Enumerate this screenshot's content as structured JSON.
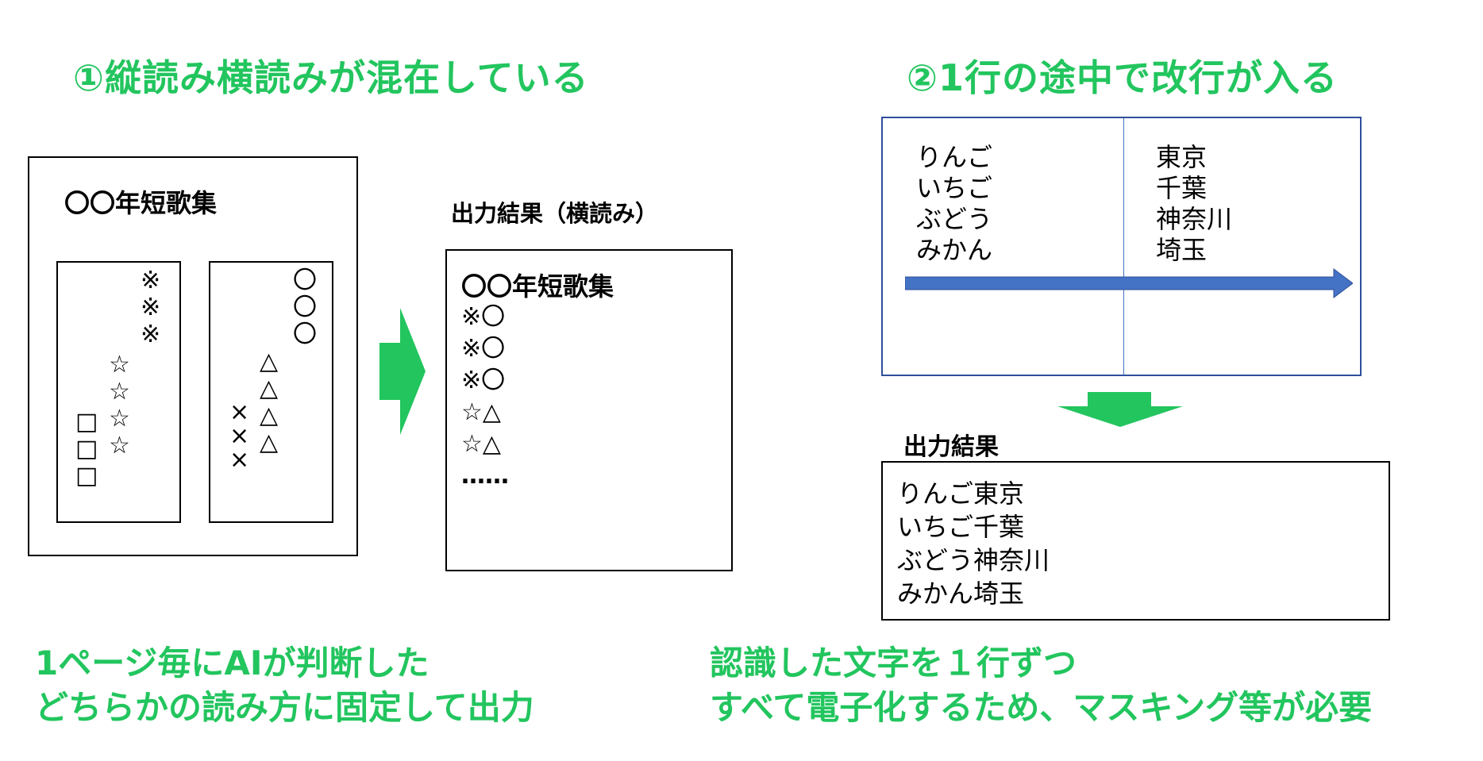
{
  "left_section": {
    "heading": "①縦読み横読みが混在している",
    "page_title": "〇〇年短歌集",
    "col_right_1": [
      "※",
      "※",
      "※"
    ],
    "col_right_2": [
      "☆",
      "☆",
      "☆",
      "☆"
    ],
    "col_right_3": [
      "□",
      "□",
      "□"
    ],
    "col_left_1": [
      "〇",
      "〇",
      "〇"
    ],
    "col_left_2": [
      "△",
      "△",
      "△",
      "△"
    ],
    "col_left_3": [
      "×",
      "×",
      "×"
    ],
    "output_label": "出力結果（横読み）",
    "output_title": "〇〇年短歌集",
    "output_lines": [
      "※〇",
      "※〇",
      "※〇",
      "☆△",
      "☆△",
      "……"
    ],
    "arrow_color": "#22c55e",
    "footer_lines": [
      "1ページ毎にAIが判断した",
      "どちらかの読み方に固定して出力"
    ]
  },
  "right_section": {
    "heading": "②1行の途中で改行が入る",
    "left_column": [
      "りんご",
      "いちご",
      "ぶどう",
      "みかん"
    ],
    "right_column": [
      "東京",
      "千葉",
      "神奈川",
      "埼玉"
    ],
    "arrow_color": "#4472c4",
    "output_label": "出力結果",
    "output_lines": [
      "りんご東京",
      "いちご千葉",
      "ぶどう神奈川",
      "みかん埼玉"
    ],
    "footer_lines": [
      "認識した文字を１行ずつ",
      "すべて電子化するため、マスキング等が必要"
    ]
  }
}
